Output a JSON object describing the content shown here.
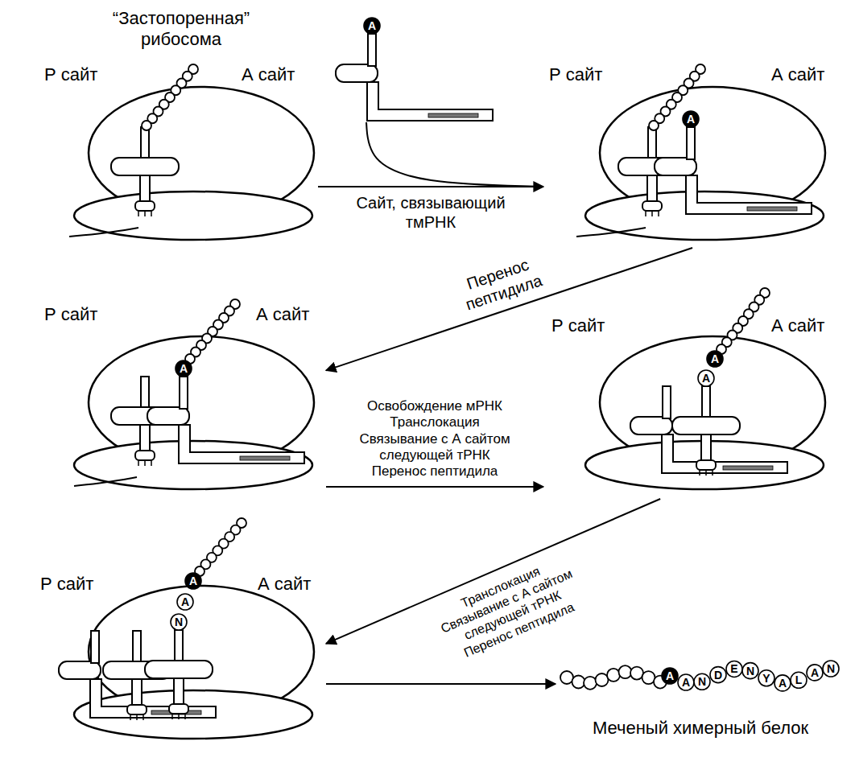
{
  "diagram": {
    "nodes": [
      {
        "text": [
          "“Застопоренная” рибосома",
          "Р сайт",
          "А сайт"
        ]
      },
      {
        "text": [
          "A"
        ]
      },
      {
        "text": [
          "Р сайт",
          "А сайт",
          "A"
        ]
      },
      {
        "text": [
          "Р сайт",
          "А сайт",
          "A"
        ]
      },
      {
        "text": [
          "Р сайт",
          "А сайт",
          "A",
          "A"
        ]
      },
      {
        "text": [
          "Р сайт",
          "А сайт",
          "A",
          "A",
          "N"
        ]
      },
      {
        "text": [
          "A",
          "A",
          "N",
          "D",
          "E",
          "N",
          "Y",
          "A",
          "L",
          "A",
          "N",
          "Меченый химерный белок"
        ]
      }
    ],
    "edges": [
      {
        "from": 0,
        "to": 2,
        "arrow": "to",
        "label": "Сайт, связывающий тмРНК"
      },
      {
        "from": 1,
        "to": 2,
        "arrow": "none"
      },
      {
        "from": 2,
        "to": 3,
        "arrow": "to",
        "label": "Перенос пептидила"
      },
      {
        "from": 3,
        "to": 4,
        "arrow": "to",
        "label": "Освобождение мРНК Транслокация Связывание с А сайтом следующей тРНК Перенос пептидила"
      },
      {
        "from": 4,
        "to": 5,
        "arrow": "to",
        "label": "Транслокация Связывание с А сайтом следующей тРНК Перенос пептидила"
      },
      {
        "from": 5,
        "to": 6,
        "arrow": "to"
      }
    ]
  }
}
